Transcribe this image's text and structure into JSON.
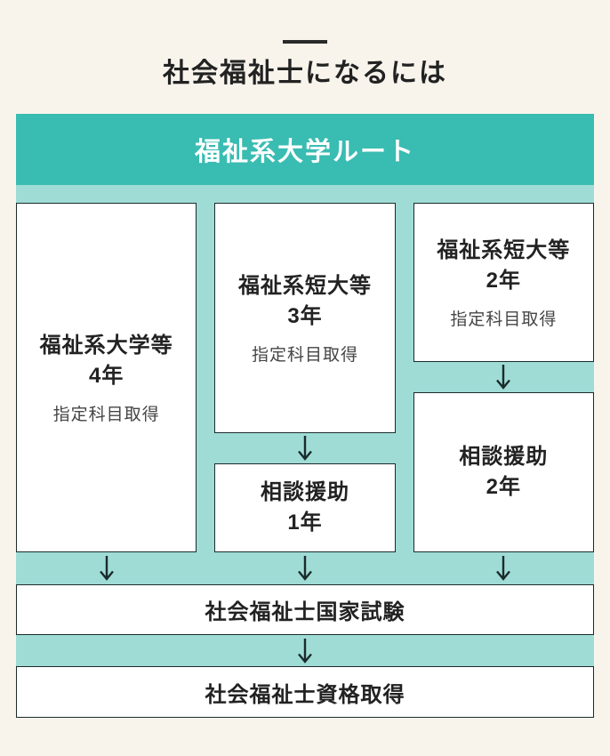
{
  "page": {
    "title": "社会福祉士になるには",
    "background_color": "#f8f4ec"
  },
  "route": {
    "banner": "福祉系大学ルート",
    "columns": [
      {
        "boxes": [
          {
            "line1": "福祉系大学等",
            "line2": "4年",
            "note": "指定科目取得"
          }
        ]
      },
      {
        "boxes": [
          {
            "line1": "福祉系短大等",
            "line2": "3年",
            "note": "指定科目取得"
          },
          {
            "line1": "相談援助",
            "line2": "1年"
          }
        ]
      },
      {
        "boxes": [
          {
            "line1": "福祉系短大等",
            "line2": "2年",
            "note": "指定科目取得"
          },
          {
            "line1": "相談援助",
            "line2": "2年"
          }
        ]
      }
    ],
    "exam_box": "社会福祉士国家試験",
    "result_box": "社会福祉士資格取得",
    "colors": {
      "banner_bg": "#39bcb2",
      "panel_bg": "#9fdcd6",
      "box_border": "#1b2b2b",
      "arrow": "#1b2b2b",
      "title_text": "#222222",
      "note_text": "#454545",
      "banner_text": "#ffffff"
    },
    "icons": [
      "arrow-down-icon"
    ]
  }
}
